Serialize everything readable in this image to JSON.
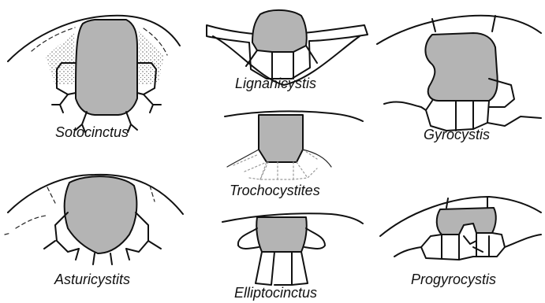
{
  "colors": {
    "plate_fill": "#b4b4b4",
    "outline": "#111111",
    "background": "#ffffff"
  },
  "panels": {
    "sotocinctus": {
      "label": "Sotocinctus"
    },
    "lignanicystis": {
      "label": "Lignanicystis"
    },
    "gyrocystis": {
      "label": "Gyrocystis"
    },
    "trochocystites": {
      "label": "Trochocystites"
    },
    "asturicystits": {
      "label": "Asturicystits"
    },
    "elliptocinctus": {
      "label": "Elliptocinctus"
    },
    "progyrocystis": {
      "label": "Progyrocystis"
    }
  }
}
